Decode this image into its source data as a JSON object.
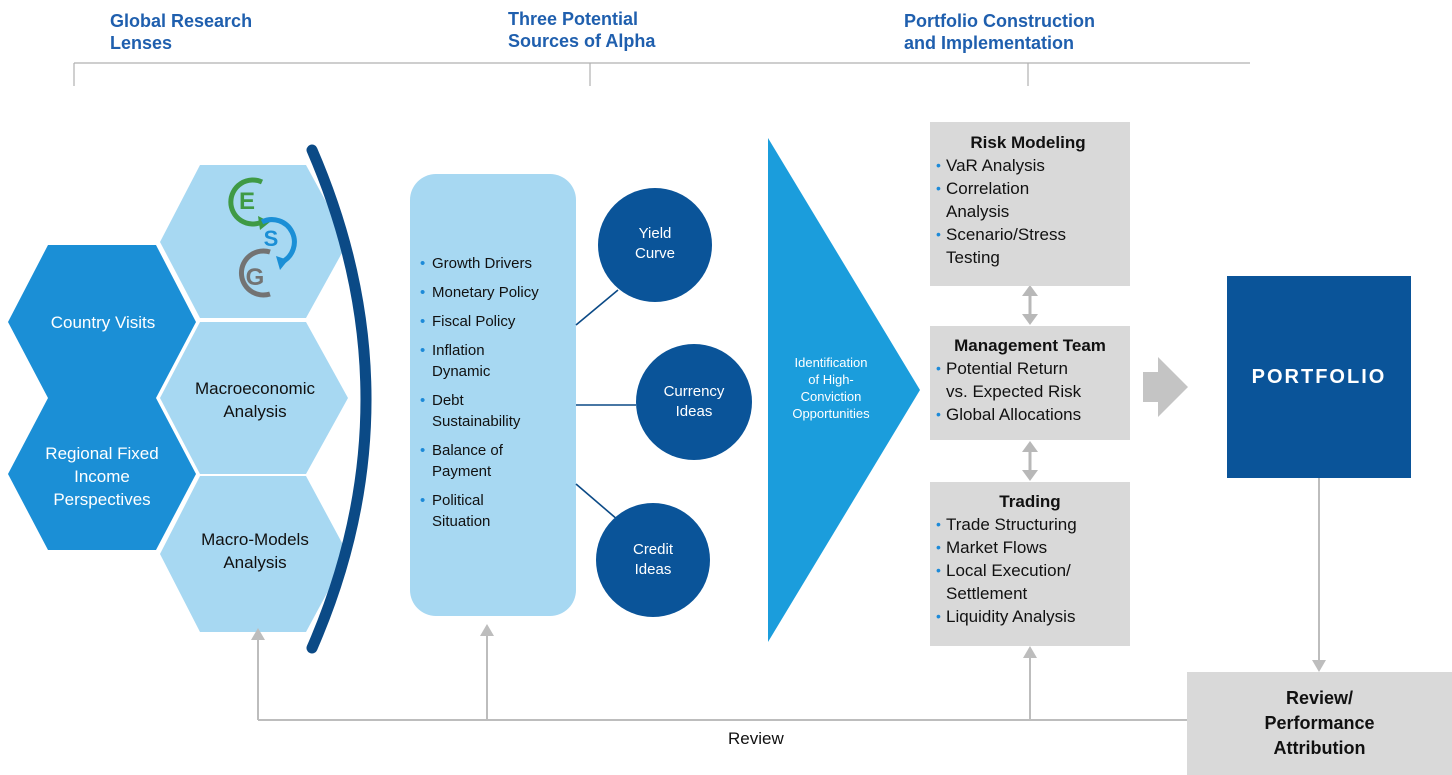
{
  "headers": {
    "research": "Global Research\nLenses",
    "alpha": "Three Potential\nSources of Alpha",
    "portfolio": "Portfolio Construction\nand Implementation"
  },
  "research_lenses": {
    "esg_letters": [
      "E",
      "S",
      "G"
    ],
    "country_visits": "Country Visits",
    "macroeconomic": "Macroeconomic\nAnalysis",
    "regional": "Regional Fixed\nIncome\nPerspectives",
    "macro_models": "Macro-Models\nAnalysis"
  },
  "drivers": [
    "Growth Drivers",
    "Monetary Policy",
    "Fiscal Policy",
    "Inflation\nDynamic",
    "Debt\nSustainability",
    "Balance of\nPayment",
    "Political\nSituation"
  ],
  "alpha_sources": {
    "yield": "Yield\nCurve",
    "currency": "Currency\nIdeas",
    "credit": "Credit\nIdeas"
  },
  "identification": "Identification\nof High-\nConviction\nOpportunities",
  "risk_modeling": {
    "title": "Risk Modeling",
    "items": [
      "VaR Analysis",
      "Correlation\nAnalysis",
      "Scenario/Stress\nTesting"
    ]
  },
  "management_team": {
    "title": "Management Team",
    "items": [
      "Potential Return\nvs. Expected Risk",
      "Global Allocations"
    ]
  },
  "trading": {
    "title": "Trading",
    "items": [
      "Trade Structuring",
      "Market Flows",
      "Local Execution/\nSettlement",
      "Liquidity Analysis"
    ]
  },
  "portfolio_label": "PORTFOLIO",
  "review_box": "Review/\nPerformance\nAttribution",
  "review_label": "Review",
  "colors": {
    "header_blue": "#1f5fae",
    "hex_dark": "#1b8fd6",
    "hex_light": "#a7d8f2",
    "navy": "#0a5499",
    "gray_box": "#d9d9d9",
    "connector": "#bdbdbd"
  }
}
